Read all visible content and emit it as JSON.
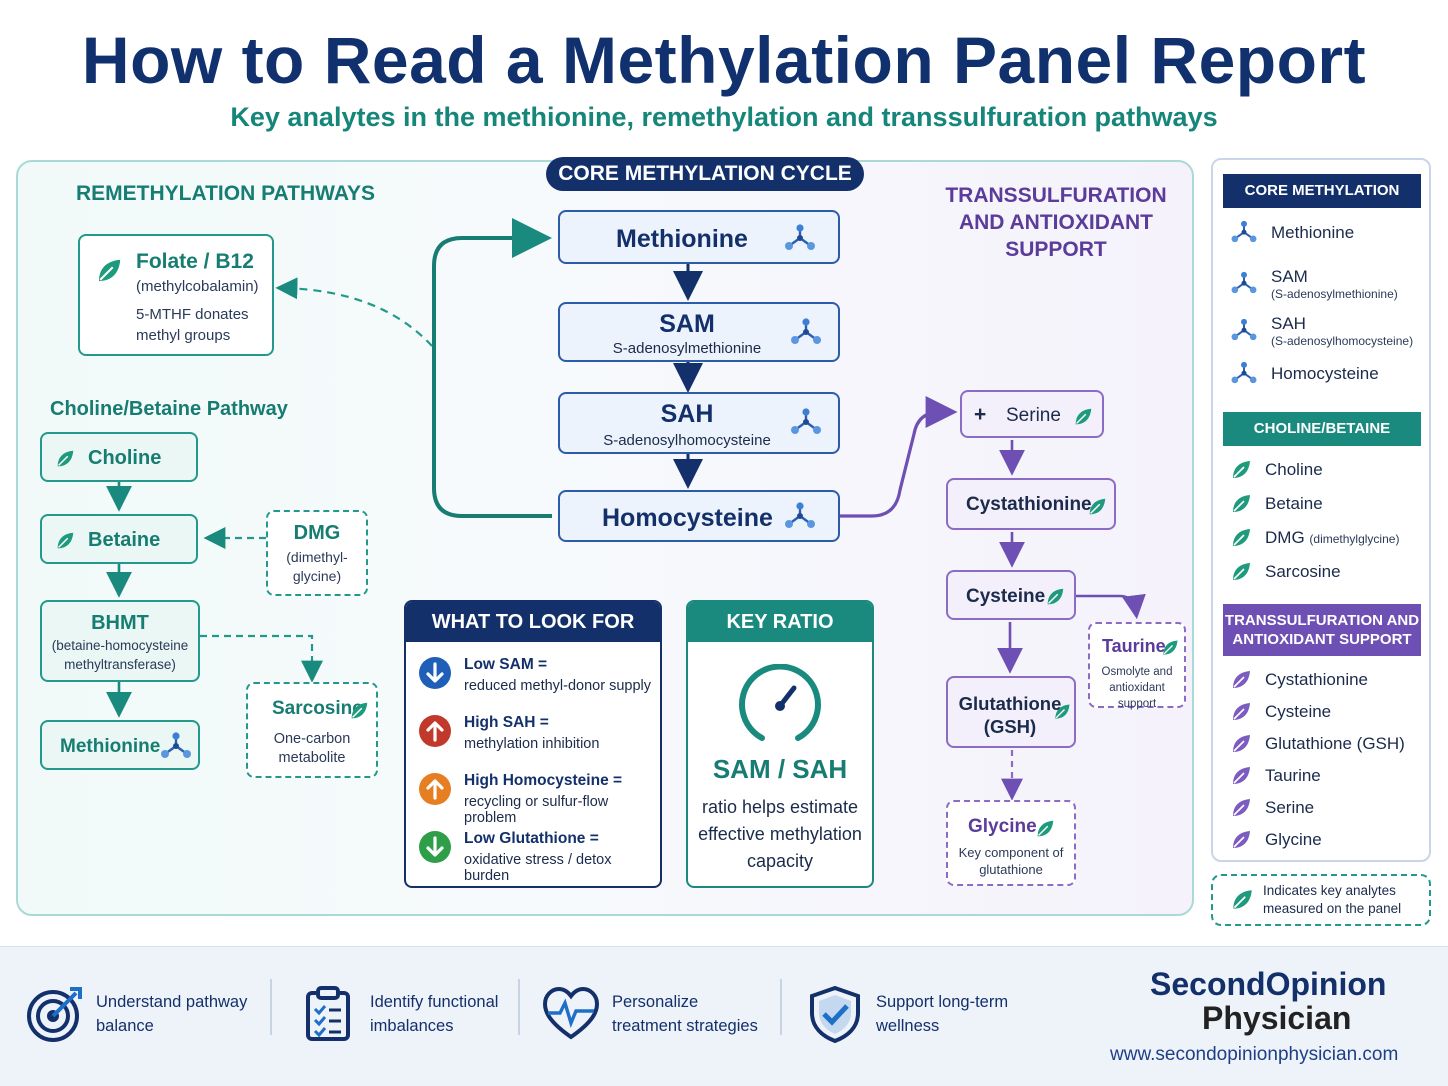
{
  "title": "How to Read a Methylation Panel Report",
  "subtitle": "Key analytes in the methionine, remethylation and transsulfuration pathways",
  "sections": {
    "remethylation": "REMETHYLATION PATHWAYS",
    "choline": "Choline/Betaine Pathway",
    "core": "CORE METHYLATION CYCLE",
    "transsulfuration": "TRANSSULFURATION AND ANTIOXIDANT SUPPORT"
  },
  "folate": {
    "title": "Folate / B12",
    "sub": "(methylcobalamin)",
    "desc": "5-MTHF donates methyl groups"
  },
  "choline_nodes": {
    "choline": "Choline",
    "betaine": "Betaine",
    "dmg_title": "DMG",
    "dmg_sub": "(dimethyl-glycine)",
    "bhmt_title": "BHMT",
    "bhmt_sub": "(betaine-homocysteine methyltransferase)",
    "methionine": "Methionine",
    "sarcosine_title": "Sarcosine",
    "sarcosine_sub": "One-carbon metabolite"
  },
  "core_nodes": {
    "methionine": "Methionine",
    "sam": "SAM",
    "sam_sub": "S-adenosylmethionine",
    "sah": "SAH",
    "sah_sub": "S-adenosylhomocysteine",
    "homocysteine": "Homocysteine"
  },
  "trans_nodes": {
    "serine_plus": "+",
    "serine": "Serine",
    "cystathionine": "Cystathionine",
    "cysteine": "Cysteine",
    "taurine_title": "Taurine",
    "taurine_sub": "Osmolyte and antioxidant support",
    "glutathione": "Glutathione (GSH)",
    "glycine_title": "Glycine",
    "glycine_sub": "Key component of glutathione"
  },
  "look_for": {
    "header": "WHAT TO LOOK FOR",
    "items": [
      {
        "label": "Low SAM =",
        "desc": "reduced methyl-donor supply",
        "color": "#1f5fb8",
        "dir": "down"
      },
      {
        "label": "High SAH =",
        "desc": "methylation inhibition",
        "color": "#c0392b",
        "dir": "up"
      },
      {
        "label": "High Homocysteine =",
        "desc": "recycling or sulfur-flow problem",
        "color": "#e67e22",
        "dir": "up"
      },
      {
        "label": "Low Glutathione =",
        "desc": "oxidative stress / detox burden",
        "color": "#2e9e48",
        "dir": "down"
      }
    ]
  },
  "key_ratio": {
    "header": "KEY RATIO",
    "ratio": "SAM / SAH",
    "desc": "ratio helps estimate effective methylation capacity"
  },
  "right_panel": {
    "core_header": "CORE METHYLATION CYCLE",
    "core_items": [
      {
        "name": "Methionine",
        "sub": ""
      },
      {
        "name": "SAM",
        "sub": "(S-adenosylmethionine)"
      },
      {
        "name": "SAH",
        "sub": "(S-adenosylhomocysteine)"
      },
      {
        "name": "Homocysteine",
        "sub": ""
      }
    ],
    "choline_header": "CHOLINE/BETAINE PATHWAY",
    "choline_items": [
      {
        "name": "Choline",
        "sub": ""
      },
      {
        "name": "Betaine",
        "sub": ""
      },
      {
        "name": "DMG",
        "sub": "(dimethylglycine)"
      },
      {
        "name": "Sarcosine",
        "sub": ""
      }
    ],
    "trans_header": "TRANSSULFURATION AND ANTIOXIDANT SUPPORT",
    "trans_items": [
      {
        "name": "Cystathionine"
      },
      {
        "name": "Cysteine"
      },
      {
        "name": "Glutathione (GSH)"
      },
      {
        "name": "Taurine"
      },
      {
        "name": "Serine"
      },
      {
        "name": "Glycine"
      }
    ]
  },
  "legend": "Indicates key analytes measured on the panel",
  "footer": {
    "items": [
      {
        "text": "Understand pathway balance",
        "icon": "target-icon"
      },
      {
        "text": "Identify functional imbalances",
        "icon": "clipboard-checklist-icon"
      },
      {
        "text": "Personalize treatment strategies",
        "icon": "heart-pulse-icon"
      },
      {
        "text": "Support long-term wellness",
        "icon": "shield-check-icon"
      }
    ],
    "brand_line1": "SecondOpinion",
    "brand_line2": "Physician",
    "url": "www.secondopinionphysician.com"
  },
  "colors": {
    "navy": "#13306b",
    "teal": "#177c72",
    "purple": "#5b3c9a",
    "blue": "#2c5ca8"
  }
}
